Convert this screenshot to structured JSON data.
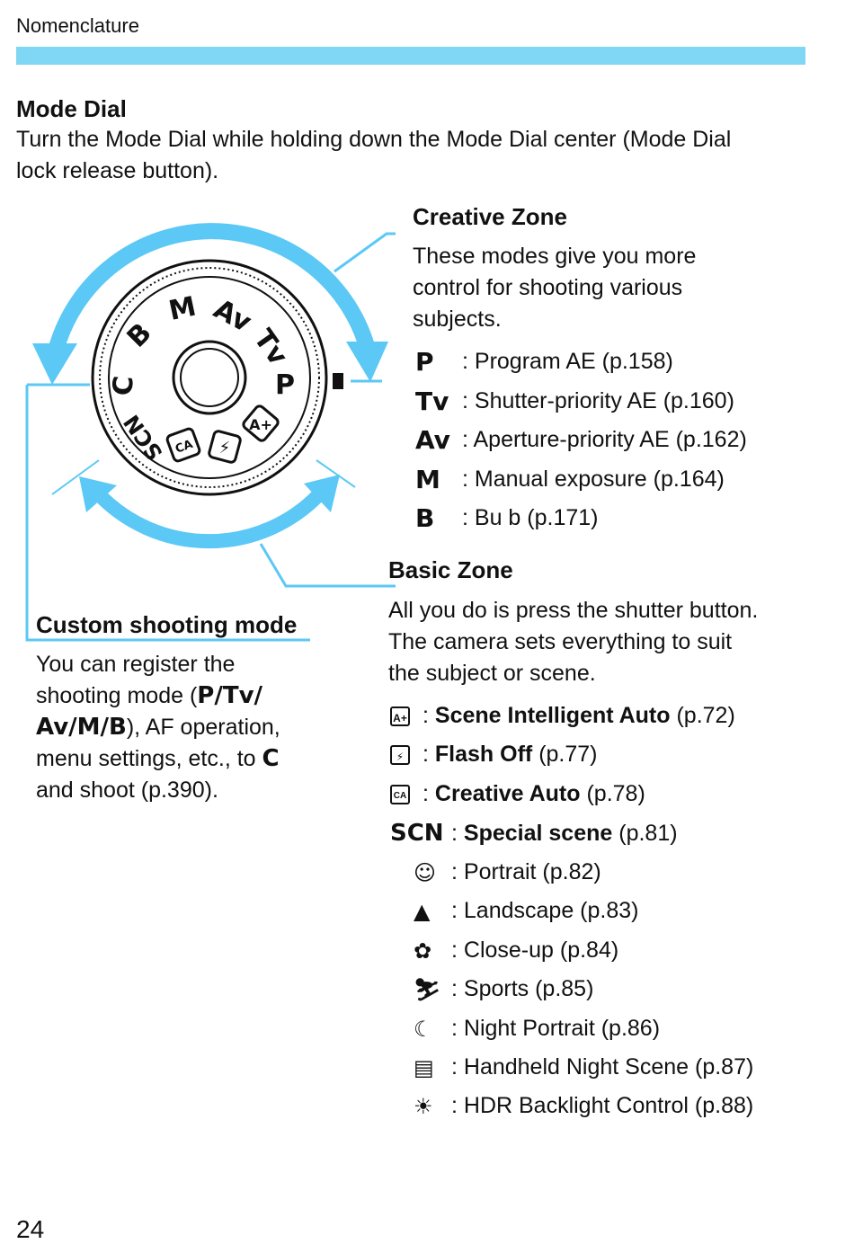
{
  "header": {
    "section": "Nomenclature"
  },
  "intro": {
    "title": "Mode Dial",
    "text_line1": "Turn the Mode Dial while holding down the Mode Dial center (Mode Dial",
    "text_line2": "lock release button)."
  },
  "dial": {
    "labels": [
      "M",
      "Av",
      "Tv",
      "P",
      "B",
      "C",
      "SCN",
      "CA"
    ]
  },
  "creative": {
    "title": "Creative Zone",
    "desc_lines": [
      "These modes give you more",
      "control for shooting various",
      "subjects."
    ],
    "items": [
      {
        "sym": "P",
        "text": ": Program AE (p.158)"
      },
      {
        "sym": "Tv",
        "text": ": Shutter-priority AE (p.160)"
      },
      {
        "sym": "Av",
        "text": ": Aperture-priority AE (p.162)"
      },
      {
        "sym": "M",
        "text": ": Manual exposure (p.164)"
      },
      {
        "sym": "B",
        "text": ": Bu b (p.171)"
      }
    ]
  },
  "custom": {
    "title": "Custom shooting mode",
    "line1": "You can register the",
    "line2_pre": "shooting mode (",
    "line2_syms": "P/Tv/",
    "line3_syms": "Av/M/B",
    "line3_post": "), AF operation,",
    "line4_pre": "menu settings, etc., to",
    "line4_sym": "C",
    "line5": "and shoot (p.390)."
  },
  "basic": {
    "title": "Basic Zone",
    "desc_lines": [
      "All you do is press the shutter button.",
      "The camera sets everything to suit",
      "the subject or scene."
    ],
    "items": [
      {
        "icon": "A+",
        "bold": "Scene Intelligent Auto",
        "ref": "(p.72)"
      },
      {
        "icon": "⚡",
        "bold": "Flash Off",
        "ref": "(p.77)"
      },
      {
        "icon": "CA",
        "bold": "Creative Auto",
        "ref": "(p.78)"
      },
      {
        "icon": "SCN",
        "bold": "Special scene",
        "ref": "(p.81)"
      }
    ],
    "scenes": [
      {
        "icon": "portrait-icon",
        "glyph": "☺",
        "text": ": Portrait (p.82)"
      },
      {
        "icon": "landscape-icon",
        "glyph": "▲",
        "text": ": Landscape (p.83)"
      },
      {
        "icon": "closeup-icon",
        "glyph": "✿",
        "text": ": Close-up (p.84)"
      },
      {
        "icon": "sports-icon",
        "glyph": "⛷",
        "text": ": Sports (p.85)"
      },
      {
        "icon": "night-portrait-icon",
        "glyph": "☾",
        "text": ": Night Portrait (p.86)"
      },
      {
        "icon": "handheld-night-icon",
        "glyph": "▤",
        "text": ": Handheld Night Scene (p.87)"
      },
      {
        "icon": "hdr-backlight-icon",
        "glyph": "☀",
        "text": ": HDR Backlight Control (p.88)"
      }
    ]
  },
  "page_number": "24",
  "colors": {
    "accent": "#5bc8f5",
    "band": "#7fd6f5"
  }
}
